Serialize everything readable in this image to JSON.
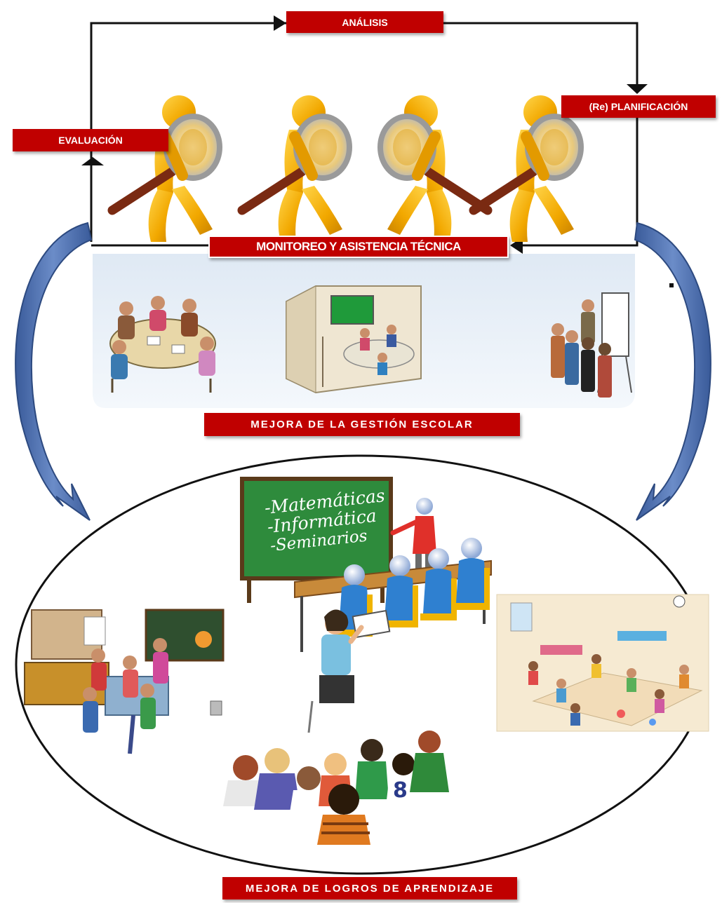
{
  "colors": {
    "label_red": "#c00000",
    "arrow_blue": "#4f6fb1",
    "figure_gold": "#f2a800",
    "board_green": "#2e8b3c"
  },
  "cycle": {
    "analisis": "ANÁLISIS",
    "planificacion": "(Re) PLANIFICACIÓN",
    "evaluacion": "EVALUACIÓN",
    "monitoreo": "MONITOREO Y ASISTENCIA TÉCNICA"
  },
  "gestion": {
    "label": "MEJORA DE LA GESTIÓN ESCOLAR"
  },
  "aprendizaje": {
    "label": "MEJORA DE LOGROS DE APRENDIZAJE",
    "board_lines": [
      "-Matemáticas",
      "-Informática",
      "-Seminarios"
    ]
  }
}
